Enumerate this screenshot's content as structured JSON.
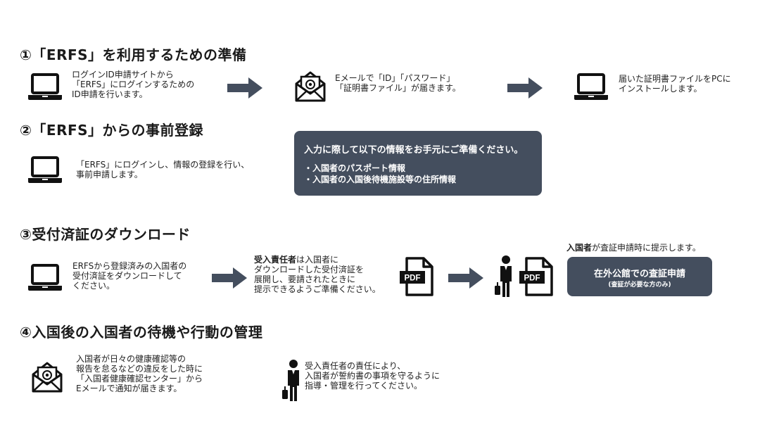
{
  "section1": {
    "title": "①「ERFS」を利用するための準備",
    "step1_text": "ログインID申請サイトから\n「ERFS」にログインするための\nID申請を行います。",
    "step2_text": "Eメールで「ID」「パスワード」\n「証明書ファイル」が届きます。",
    "step3_text": "届いた証明書ファイルをPCに\nインストールします。"
  },
  "section2": {
    "title": "②「ERFS」からの事前登録",
    "step_text": "「ERFS」にログインし、情報の登録を行い、\n事前申請します。",
    "info_box": {
      "title": "入力に際して以下の情報をお手元にご準備ください。",
      "items": [
        "・入国者のパスポート情報",
        "・入国者の入国後待機施設等の住所情報"
      ]
    }
  },
  "section3": {
    "title": "③受付済証のダウンロード",
    "step1_text": "ERFSから登録済みの入国者の\n受付済証をダウンロードして\nください。",
    "step2_bold": "受入責任者",
    "step2_text_a": "は入国者に",
    "step2_text_b": "ダウンロードした受付済証を\n展開し、要請されたときに\n提示できるようご準備ください。",
    "pdf_label": "PDF",
    "note_bold": "入国者",
    "note_text": "が査証申請時に提示します。",
    "visa_button": {
      "label": "在外公館での査証申請",
      "sub": "(査証が必要な方のみ)"
    }
  },
  "section4": {
    "title": "④入国後の入国者の待機や行動の管理",
    "step1_text": "入国者が日々の健康確認等の\n報告を怠るなどの違反をした時に\n「入国者健康確認センター」から\nEメールで通知が届きます。",
    "step2_text": "受入責任者の責任により、\n入国者が誓約書の事項を守るように\n指導・管理を行ってください。"
  },
  "colors": {
    "arrow": "#444e5e",
    "box": "#444e5e",
    "icon": "#111111"
  },
  "icons": [
    "laptop-icon",
    "email-icon",
    "arrow-right-icon",
    "pdf-icon",
    "person-luggage-icon"
  ]
}
